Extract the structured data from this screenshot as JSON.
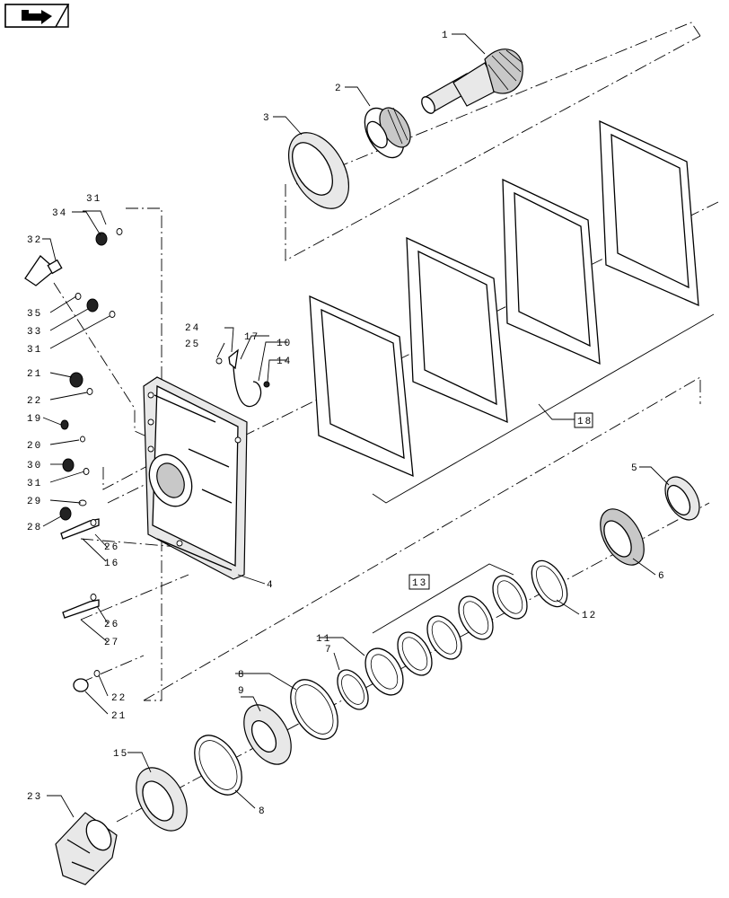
{
  "nav": {
    "icon": "return-arrow-icon"
  },
  "labels": {
    "n1": "1",
    "n2": "2",
    "n3": "3",
    "n4": "4",
    "n5": "5",
    "n6": "6",
    "n7": "7",
    "n8a": "8",
    "n8b": "8",
    "n9": "9",
    "n10": "10",
    "n11": "11",
    "n12": "12",
    "n13": "13",
    "n14": "14",
    "n15": "15",
    "n16": "16",
    "n17": "17",
    "n18": "18",
    "n19": "19",
    "n20": "20",
    "n21a": "21",
    "n21b": "21",
    "n22a": "22",
    "n22b": "22",
    "n23": "23",
    "n24": "24",
    "n25": "25",
    "n26a": "26",
    "n26b": "26",
    "n27": "27",
    "n28": "28",
    "n29": "29",
    "n30": "30",
    "n31a": "31",
    "n31b": "31",
    "n31c": "31",
    "n32": "32",
    "n33": "33",
    "n34": "34",
    "n35": "35"
  }
}
